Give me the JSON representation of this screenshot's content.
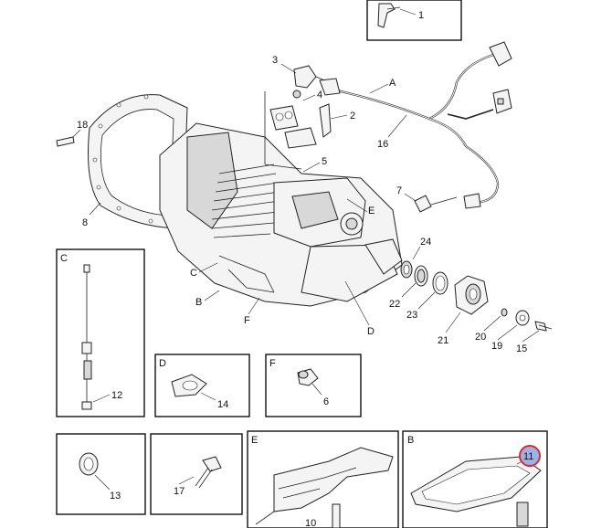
{
  "callouts": {
    "n1": "1",
    "n2": "2",
    "n3": "3",
    "n4": "4",
    "n5": "5",
    "n6": "6",
    "n7": "7",
    "n8": "8",
    "n11": "11",
    "n12": "12",
    "n13": "13",
    "n14": "14",
    "n15": "15",
    "n16": "16",
    "n17": "17",
    "n18": "18",
    "n19": "19",
    "n20": "20",
    "n21": "21",
    "n22": "22",
    "n23": "23",
    "n24": "24",
    "n10": "10"
  },
  "letters": {
    "A": "A",
    "B": "B",
    "C": "C",
    "D": "D",
    "E": "E",
    "F": "F"
  },
  "insets": {
    "C": "C",
    "D": "D",
    "F": "F",
    "E": "E",
    "B": "B"
  },
  "highlight": {
    "label": "11",
    "fill": "#9fb0e6",
    "ring": "#d23030"
  }
}
